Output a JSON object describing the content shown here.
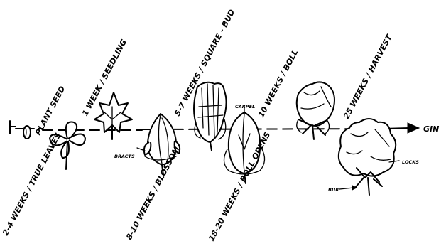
{
  "labels": {
    "plant_seed": "PLANT SEED",
    "seedling": "1 WEEK / SEEDLING",
    "true_leaves": "2-4 WEEKS / TRUE LEAVES",
    "square_bud": "5-7 WEEKS / SQUARE - BUD",
    "blossom": "8-10 WEEKS / BLOSSOM",
    "boll": "10 WEEKS / BOLL",
    "boll_opens": "18-20 WEEKS / BOLL OPENS",
    "harvest": "25 WEEKS / HARVEST",
    "gin": "GIN",
    "carpel": "CARPEL",
    "bracts": "BRACTS",
    "locks": "LOCKS",
    "bur": "BUR"
  }
}
